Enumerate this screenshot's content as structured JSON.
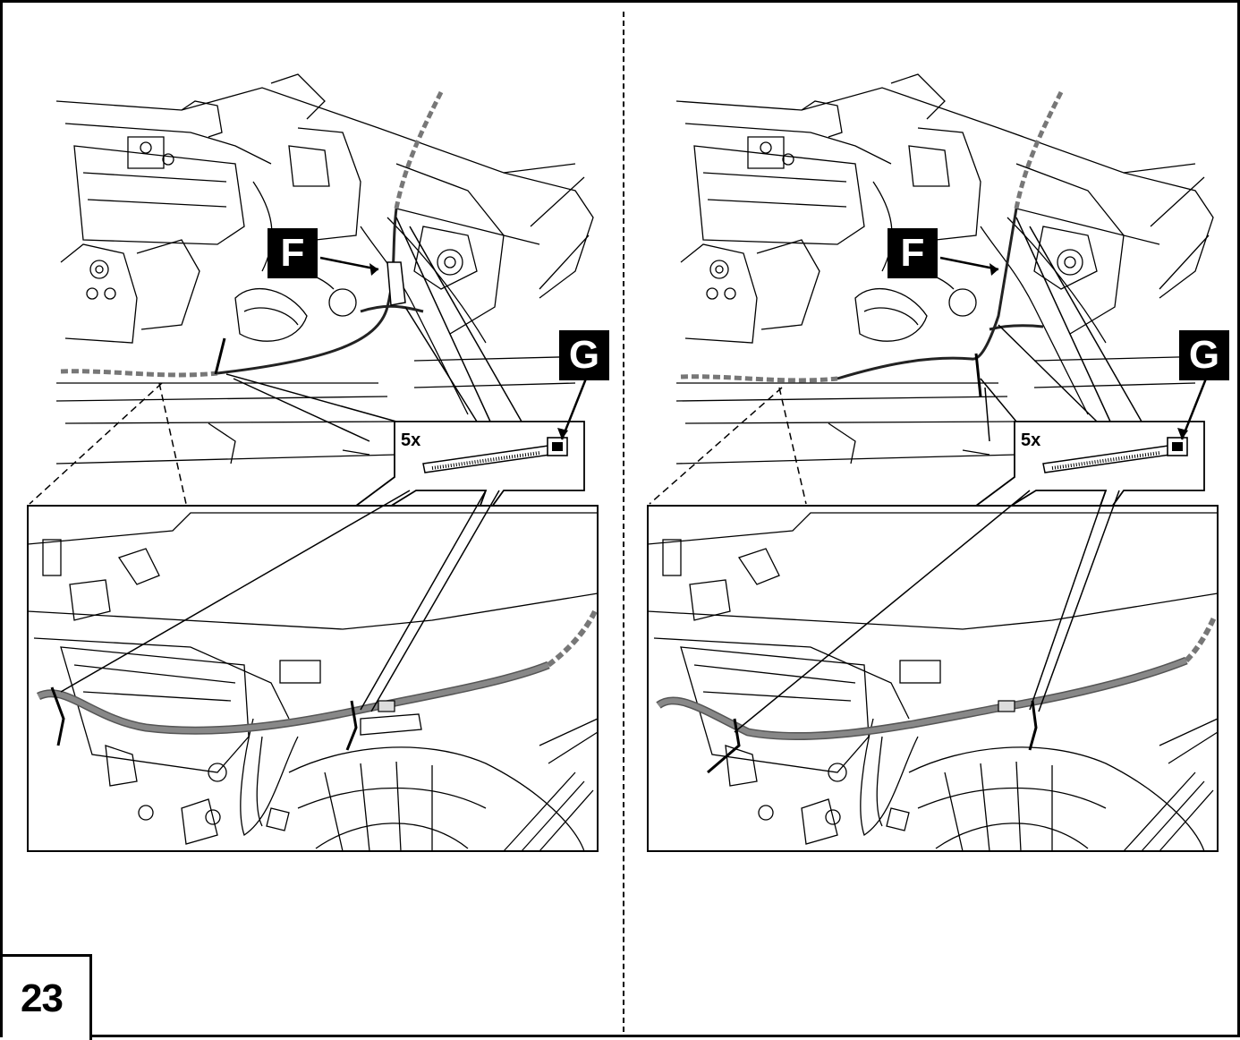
{
  "step": {
    "number": "23"
  },
  "panels": [
    {
      "id": "left",
      "label_f": "F",
      "label_g": "G",
      "quantity": "5x"
    },
    {
      "id": "right",
      "label_f": "F",
      "label_g": "G",
      "quantity": "5x"
    }
  ]
}
